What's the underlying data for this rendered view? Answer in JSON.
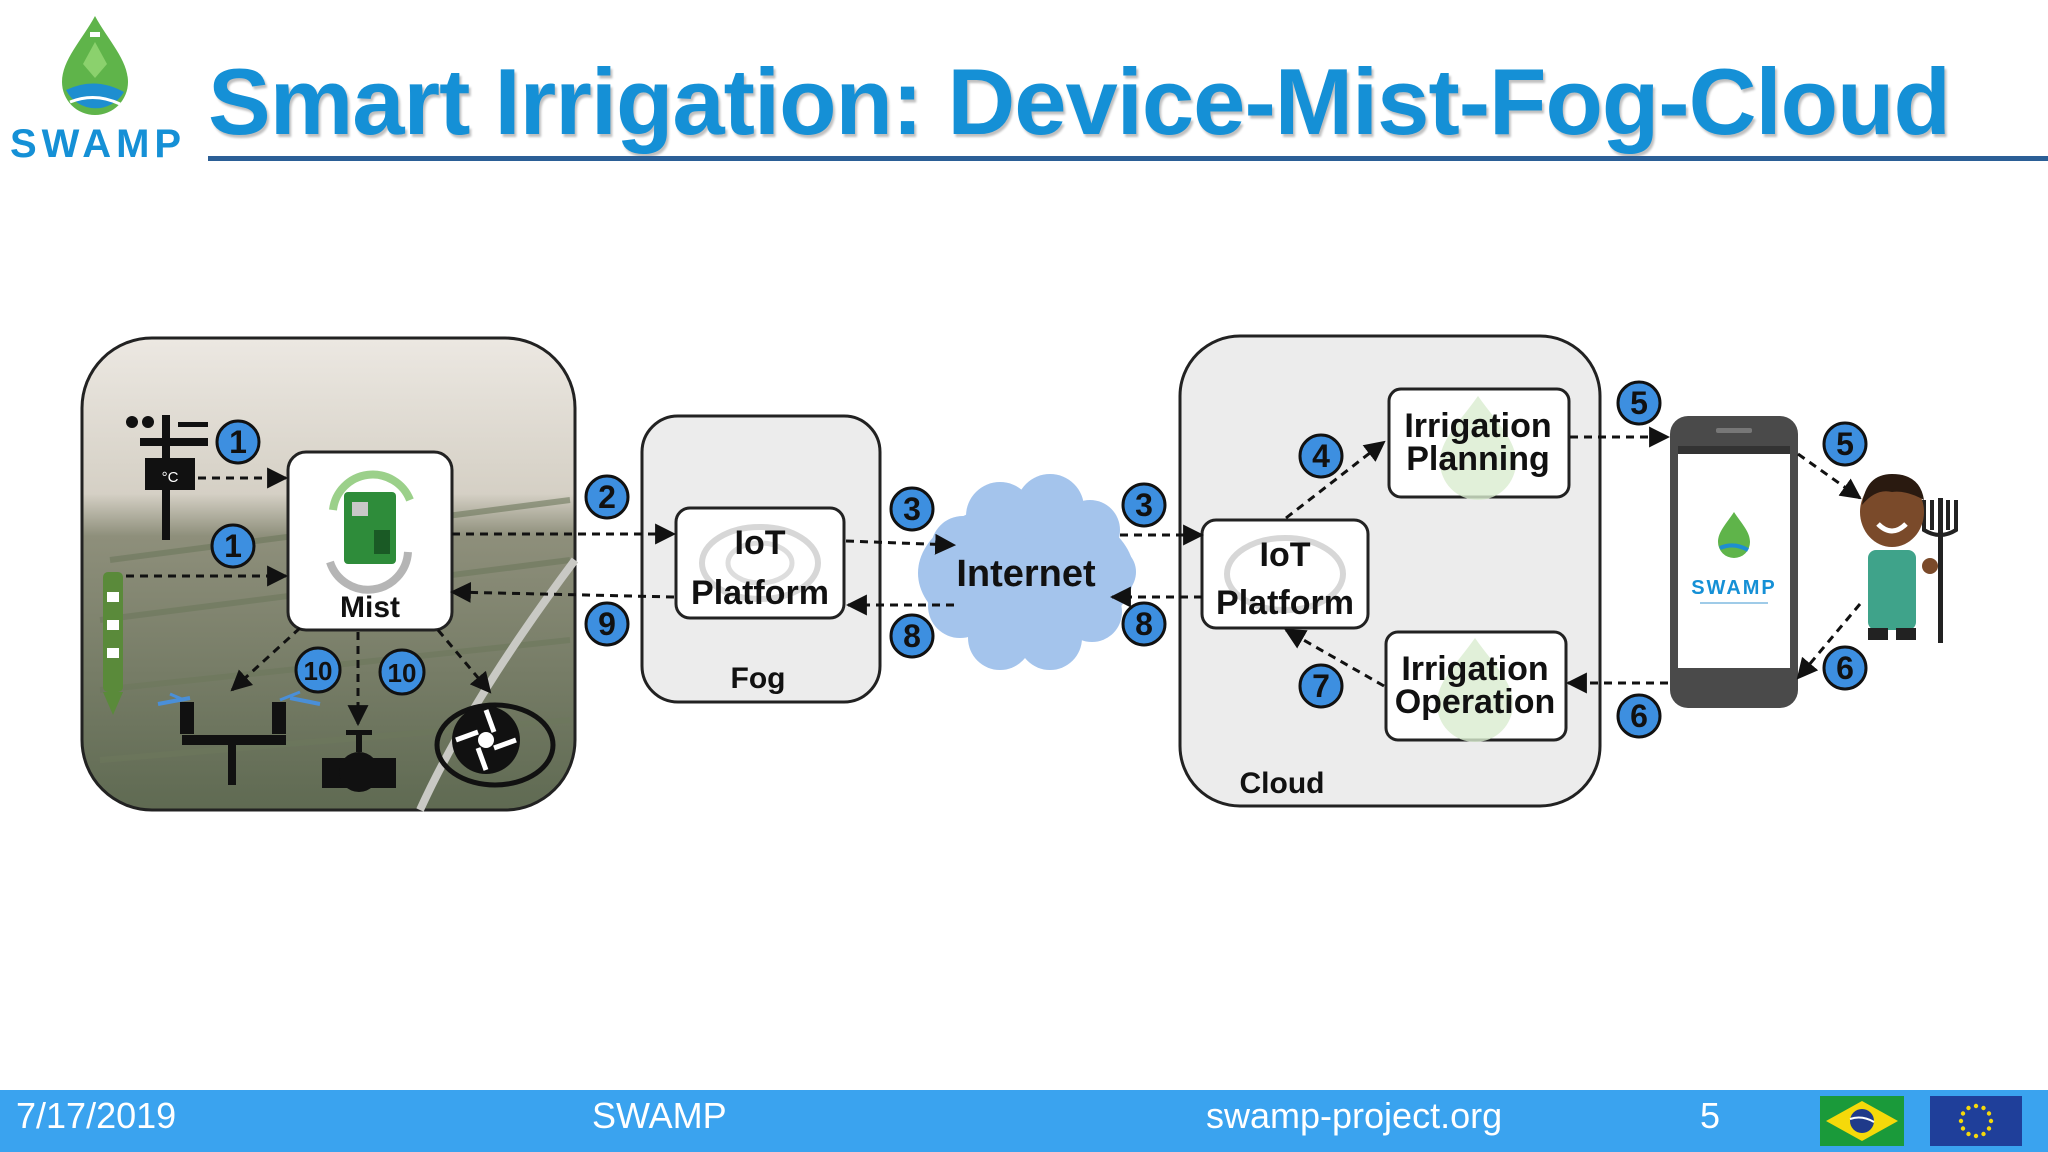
{
  "logo": {
    "text": "SWAMP"
  },
  "title": "Smart Irrigation: Device-Mist-Fog-Cloud",
  "diagram": {
    "mist_label": "Mist",
    "fog_label": "Fog",
    "fog_platform": [
      "IoT",
      "Platform"
    ],
    "internet_label": "Internet",
    "cloud_label": "Cloud",
    "cloud_platform": [
      "IoT",
      "Platform"
    ],
    "irrigation_planning": [
      "Irrigation",
      "Planning"
    ],
    "irrigation_operation": [
      "Irrigation",
      "Operation"
    ],
    "phone_app_label": "SWAMP",
    "celsius_symbol": "°C",
    "steps": {
      "s1a": "1",
      "s1b": "1",
      "s2": "2",
      "s3a": "3",
      "s3b": "3",
      "s4": "4",
      "s5a": "5",
      "s5b": "5",
      "s6a": "6",
      "s6b": "6",
      "s7": "7",
      "s8a": "8",
      "s8b": "8",
      "s9": "9",
      "s10a": "10",
      "s10b": "10"
    }
  },
  "footer": {
    "date": "7/17/2019",
    "project": "SWAMP",
    "website": "swamp-project.org",
    "page": "5"
  },
  "colors": {
    "title": "#1590d6",
    "title_rule": "#2b5f96",
    "footer": "#3aa3ef",
    "badge": "#3d8fe0",
    "panel": "#ececec",
    "internet_cloud": "#a4c4ec"
  }
}
